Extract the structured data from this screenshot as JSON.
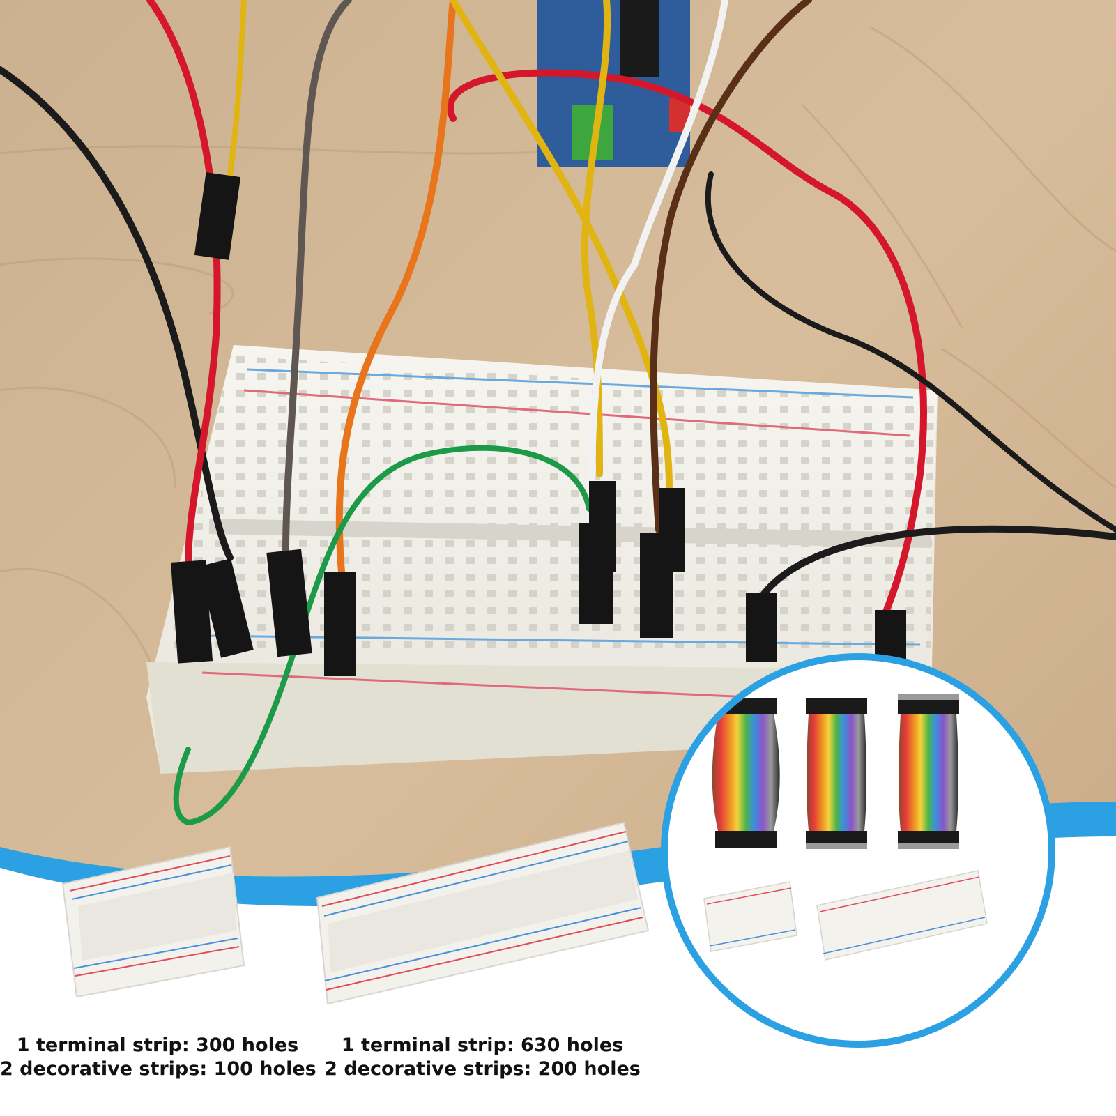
{
  "colors": {
    "accent": "#2ba1e4",
    "table_wood": "#cfb08c",
    "breadboard": "#f4f3ee",
    "panel_background": "#ffffff"
  },
  "hero": {
    "subject": "solderless breadboard with dupont jumper wires",
    "wire_colors": [
      "#1b1b1b",
      "#d4172a",
      "#e0b412",
      "#5f5751",
      "#e8741b",
      "#f2f2f2",
      "#5a2f18",
      "#1c9a48"
    ]
  },
  "captions": [
    {
      "line1": "1 terminal strip: 300 holes",
      "line2": "2 decorative strips: 100 holes"
    },
    {
      "line1": "1 terminal strip: 630 holes",
      "line2": "2 decorative strips: 200 holes"
    }
  ],
  "kit_contents": {
    "wire_bundles": [
      "wire-bundle-female-female",
      "wire-bundle-male-female",
      "wire-bundle-male-male"
    ],
    "breadboards": [
      "breadboard-400",
      "breadboard-830"
    ]
  }
}
